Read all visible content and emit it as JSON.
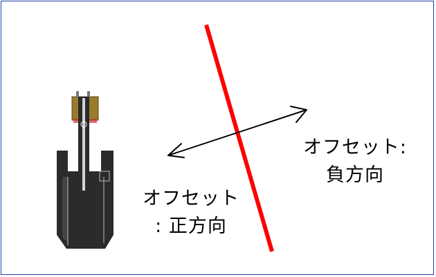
{
  "labels": {
    "negative_offset_line1": "オフセット:",
    "negative_offset_line2": "負方向",
    "positive_offset_line1": "オフセット",
    "positive_offset_line2": ": 正方向"
  },
  "colors": {
    "frame_border": "#1f3fa6",
    "cut_line": "#ff0000",
    "arrow": "#000000",
    "tool_body": "#2b2b2b",
    "tool_holder": "#9a7b2c"
  },
  "icons": {
    "tool": "cutting-tool-icon",
    "arrow": "double-headed-arrow-icon"
  }
}
